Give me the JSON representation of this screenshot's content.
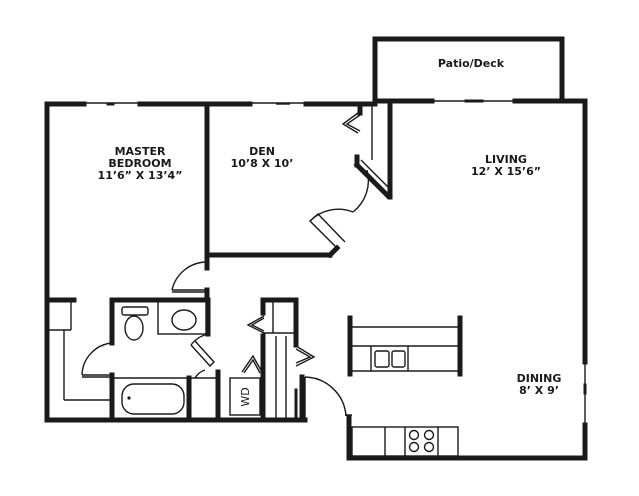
{
  "floorplan": {
    "rooms": [
      {
        "id": "master-bedroom",
        "name_line1": "MASTER",
        "name_line2": "BEDROOM",
        "dimensions": "11’6” X 13’4”"
      },
      {
        "id": "den",
        "name": "DEN",
        "dimensions": "10’8 X 10’"
      },
      {
        "id": "living",
        "name": "LIVING",
        "dimensions": "12’ X 15’6”"
      },
      {
        "id": "dining",
        "name": "DINING",
        "dimensions": "8’ X 9’"
      },
      {
        "id": "patio",
        "name": "Patio/Deck"
      }
    ],
    "appliances": {
      "washer_dryer": "WD"
    },
    "colors": {
      "wall": "#1a1a1a",
      "background": "#ffffff"
    }
  }
}
